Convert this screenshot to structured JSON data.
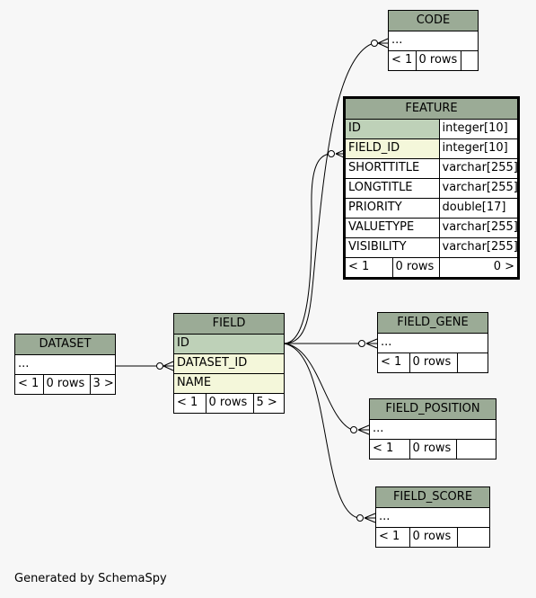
{
  "tables": {
    "code": {
      "name": "CODE",
      "ellipsis": "...",
      "rows_prev": "< 1",
      "rows_count": "0 rows",
      "rows_next": ""
    },
    "feature": {
      "name": "FEATURE",
      "columns": [
        {
          "name": "ID",
          "type": "integer[10]",
          "key": "pk"
        },
        {
          "name": "FIELD_ID",
          "type": "integer[10]",
          "key": "fk"
        },
        {
          "name": "SHORTTITLE",
          "type": "varchar[255]",
          "key": ""
        },
        {
          "name": "LONGTITLE",
          "type": "varchar[255]",
          "key": ""
        },
        {
          "name": "PRIORITY",
          "type": "double[17]",
          "key": ""
        },
        {
          "name": "VALUETYPE",
          "type": "varchar[255]",
          "key": ""
        },
        {
          "name": "VISIBILITY",
          "type": "varchar[255]",
          "key": ""
        }
      ],
      "rows_prev": "< 1",
      "rows_count": "0 rows",
      "rows_next": "0 >"
    },
    "dataset": {
      "name": "DATASET",
      "ellipsis": "...",
      "rows_prev": "< 1",
      "rows_count": "0 rows",
      "rows_next": "3 >"
    },
    "field": {
      "name": "FIELD",
      "columns": [
        {
          "name": "ID",
          "key": "pk"
        },
        {
          "name": "DATASET_ID",
          "key": "fk"
        },
        {
          "name": "NAME",
          "key": "fk"
        }
      ],
      "rows_prev": "< 1",
      "rows_count": "0 rows",
      "rows_next": "5 >"
    },
    "field_gene": {
      "name": "FIELD_GENE",
      "ellipsis": "...",
      "rows_prev": "< 1",
      "rows_count": "0 rows",
      "rows_next": ""
    },
    "field_position": {
      "name": "FIELD_POSITION",
      "ellipsis": "...",
      "rows_prev": "< 1",
      "rows_count": "0 rows",
      "rows_next": ""
    },
    "field_score": {
      "name": "FIELD_SCORE",
      "ellipsis": "...",
      "rows_prev": "< 1",
      "rows_count": "0 rows",
      "rows_next": ""
    }
  },
  "footer": "Generated by SchemaSpy"
}
